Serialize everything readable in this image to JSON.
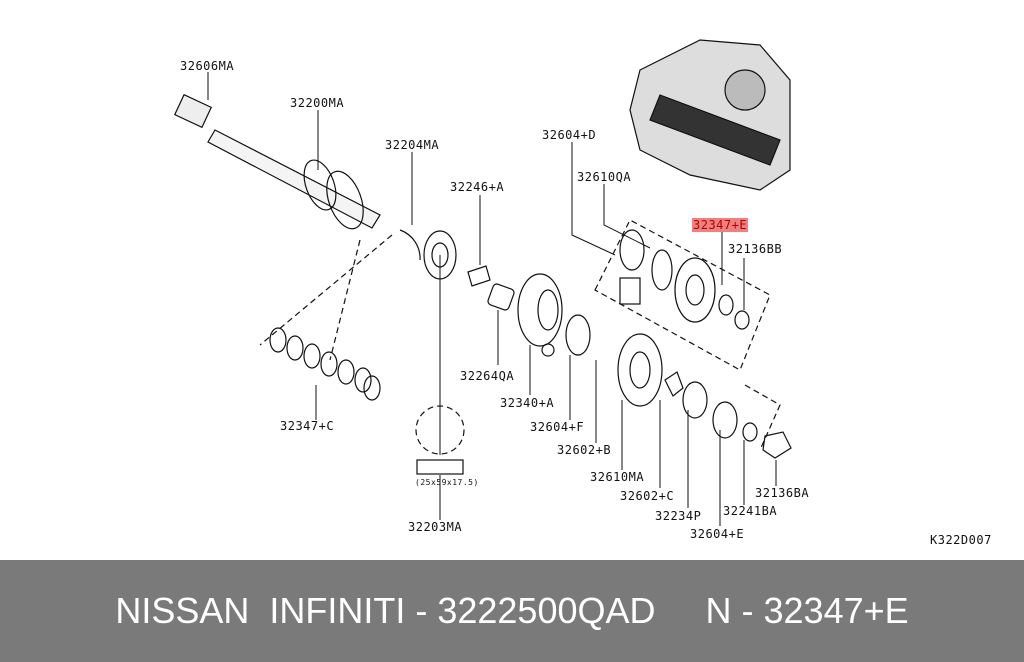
{
  "diagram": {
    "code": "K322D007",
    "dimension_note": "(25x59x17.5)",
    "parts": [
      {
        "id": "32606MA"
      },
      {
        "id": "32200MA"
      },
      {
        "id": "32204MA"
      },
      {
        "id": "32246+A"
      },
      {
        "id": "32604+D"
      },
      {
        "id": "32610QA"
      },
      {
        "id": "32347+E",
        "highlighted": true
      },
      {
        "id": "32136BB"
      },
      {
        "id": "32347+C"
      },
      {
        "id": "32264QA"
      },
      {
        "id": "32340+A"
      },
      {
        "id": "32604+F"
      },
      {
        "id": "32602+B"
      },
      {
        "id": "32610MA"
      },
      {
        "id": "32602+C"
      },
      {
        "id": "32234P"
      },
      {
        "id": "32241BA"
      },
      {
        "id": "32604+E"
      },
      {
        "id": "32136BA"
      },
      {
        "id": "32203MA"
      }
    ],
    "highlight_color": "#f08080"
  },
  "footer": {
    "text": "NISSAN  INFINITI - 3222500QAD     N - 32347+E"
  }
}
